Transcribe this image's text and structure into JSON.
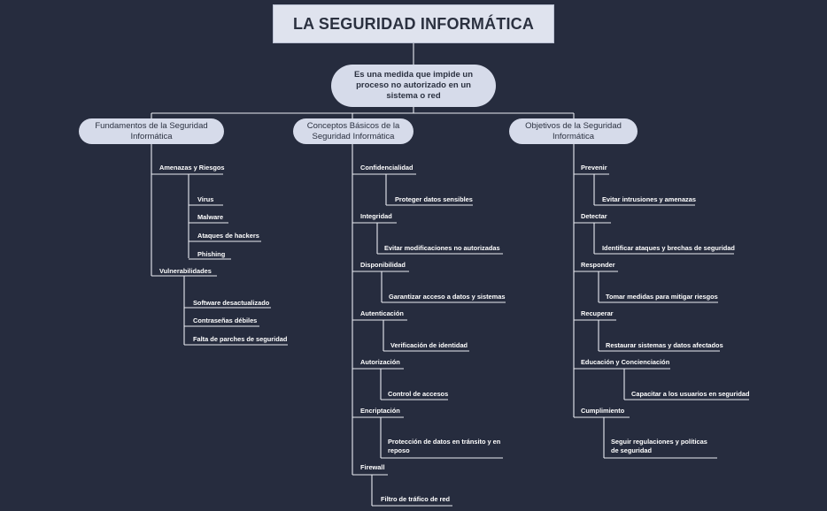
{
  "title": "LA SEGURIDAD INFORMÁTICA",
  "root": "Es una medida que impide un proceso no autorizado en un sistema o red",
  "branches": [
    {
      "title": "Fundamentos de la Seguridad Informática",
      "groups": [
        {
          "label": "Amenazas y Riesgos",
          "items": [
            "Virus",
            "Malware",
            "Ataques de hackers",
            "Phishing"
          ]
        },
        {
          "label": "Vulnerabilidades",
          "items": [
            "Software desactualizado",
            "Contraseñas débiles",
            "Falta de parches de seguridad"
          ]
        }
      ]
    },
    {
      "title": "Conceptos Básicos de la Seguridad Informática",
      "groups": [
        {
          "label": "Confidencialidad",
          "items": [
            "Proteger datos sensibles"
          ]
        },
        {
          "label": "Integridad",
          "items": [
            "Evitar modificaciones no autorizadas"
          ]
        },
        {
          "label": "Disponibilidad",
          "items": [
            "Garantizar acceso a datos y sistemas"
          ]
        },
        {
          "label": "Autenticación",
          "items": [
            "Verificación de identidad"
          ]
        },
        {
          "label": "Autorización",
          "items": [
            "Control de accesos"
          ]
        },
        {
          "label": "Encriptación",
          "items": [
            "Protección de datos en tránsito y en reposo"
          ]
        },
        {
          "label": "Firewall",
          "items": [
            "Filtro de tráfico de red"
          ]
        }
      ]
    },
    {
      "title": "Objetivos de la Seguridad Informática",
      "groups": [
        {
          "label": "Prevenir",
          "items": [
            "Evitar intrusiones y amenazas"
          ]
        },
        {
          "label": "Detectar",
          "items": [
            "Identificar ataques y brechas de seguridad"
          ]
        },
        {
          "label": "Responder",
          "items": [
            "Tomar medidas para mitigar riesgos"
          ]
        },
        {
          "label": "Recuperar",
          "items": [
            "Restaurar sistemas y datos afectados"
          ]
        },
        {
          "label": "Educación y Concienciación",
          "items": [
            "Capacitar a los usuarios en seguridad"
          ]
        },
        {
          "label": "Cumplimiento",
          "items": [
            "Seguir regulaciones y políticas de seguridad"
          ]
        }
      ]
    }
  ]
}
